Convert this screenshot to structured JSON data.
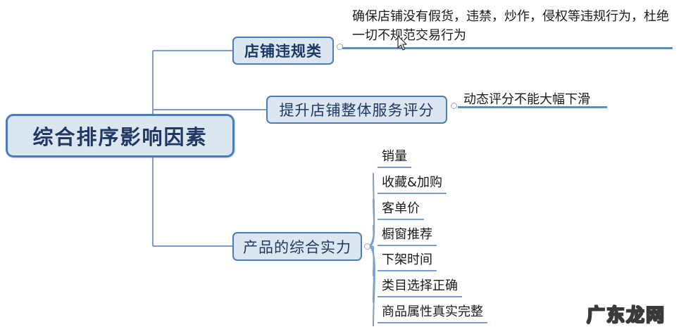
{
  "diagram": {
    "type": "mind-map",
    "root": {
      "label": "综合排序影响因素"
    },
    "colors": {
      "node_fill": "#dce6f1",
      "node_border": "#4a7ebb",
      "node_text": "#1f3864",
      "connector": "#7ba0cd",
      "rule": "#5b8ec4",
      "background": "#ffffff"
    },
    "branches": [
      {
        "label": "店铺违规类",
        "note": "确保店铺没有假货，违禁，炒作，侵权等违规行为，杜绝一切不规范交易行为"
      },
      {
        "label": "提升店铺整体服务评分",
        "note": "动态评分不能大幅下滑"
      },
      {
        "label": "产品的综合实力",
        "children": [
          {
            "label": "销量"
          },
          {
            "label": "收藏&加购"
          },
          {
            "label": "客单价"
          },
          {
            "label": "橱窗推荐"
          },
          {
            "label": "下架时间"
          },
          {
            "label": "类目选择正确"
          },
          {
            "label": "商品属性真实完整"
          }
        ]
      }
    ]
  },
  "watermark": {
    "text": "广东龙网"
  }
}
